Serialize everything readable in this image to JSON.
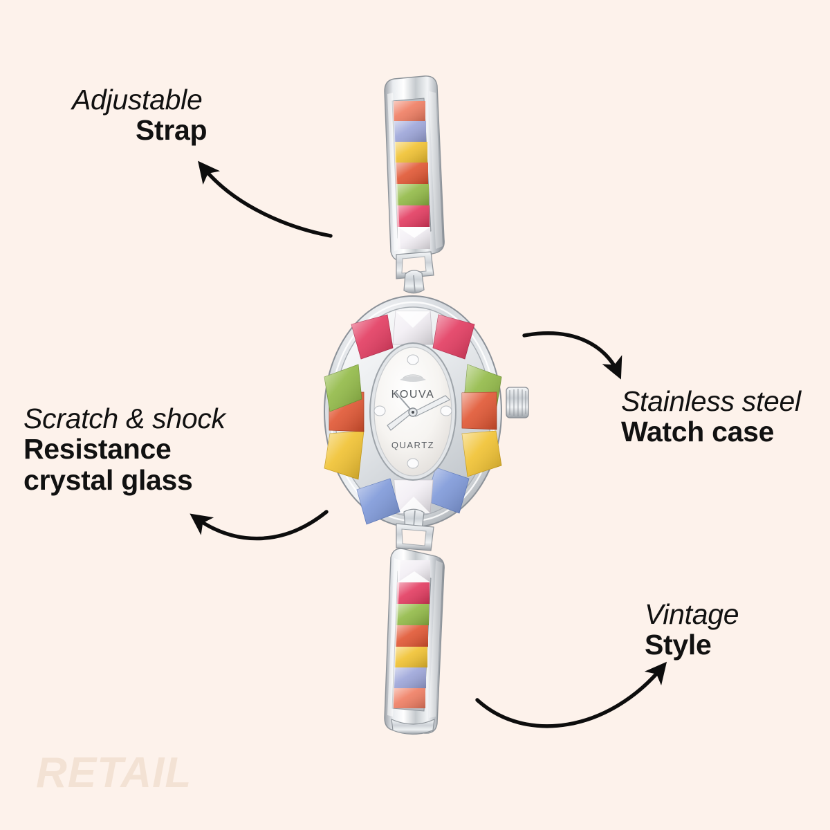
{
  "background_color": "#fdf2eb",
  "callouts": [
    {
      "id": "strap",
      "light_line": "Adjustable",
      "bold_line": "Strap"
    },
    {
      "id": "resistance",
      "light_line": "Scratch & shock",
      "bold_line": "Resistance",
      "bold_line2": "crystal glass"
    },
    {
      "id": "case",
      "light_line": "Stainless steel",
      "bold_line": "Watch case"
    },
    {
      "id": "vintage",
      "light_line": "Vintage",
      "bold_line": "Style"
    }
  ],
  "product": {
    "type": "wristwatch",
    "brand": "KOUVA",
    "movement_text": "QUARTZ",
    "case_shape": "oval",
    "case_material": "stainless steel",
    "case_color": "#d8dade",
    "dial_color": "#f7f5f2",
    "crown_position": "right",
    "bezel_gems_clockwise_from_12": [
      "clear",
      "crimson",
      "olive",
      "tomato",
      "gold",
      "cornflower",
      "clear",
      "cornflower",
      "gold",
      "tomato",
      "olive",
      "crimson"
    ],
    "top_strap_gems_top_to_bottom": [
      "coral",
      "periwinkle",
      "gold",
      "tomato",
      "olive",
      "crimson",
      "clear"
    ],
    "bottom_strap_gems_top_to_bottom": [
      "clear",
      "crimson",
      "olive",
      "tomato",
      "gold",
      "periwinkle",
      "coral"
    ],
    "hour_marker_count": 4,
    "hour_marker_positions": [
      "12",
      "3",
      "6",
      "9"
    ]
  },
  "gem_colors": {
    "clear": "#f2eef4",
    "crimson": "#e2365c",
    "olive": "#8fb842",
    "tomato": "#e0522e",
    "gold": "#f0c02c",
    "cornflower": "#7b96d8",
    "periwinkle": "#9aa3d8",
    "coral": "#ef7a5e"
  },
  "watermark": {
    "text": "RETAIL"
  }
}
